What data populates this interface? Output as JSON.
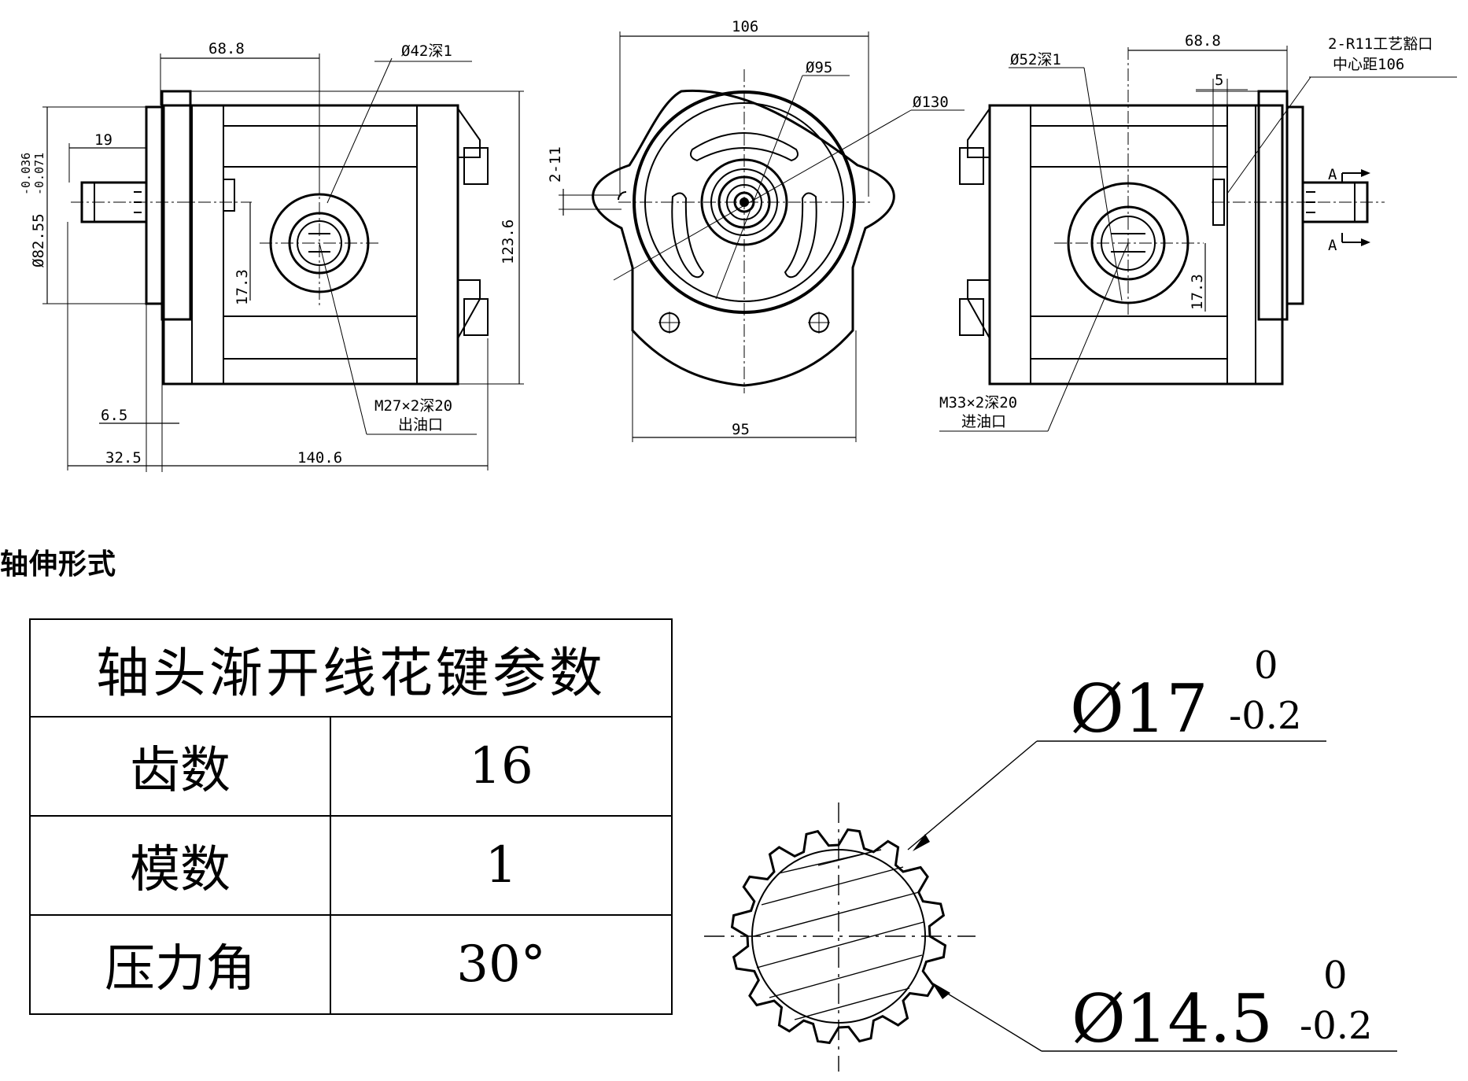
{
  "drawing": {
    "left_view": {
      "dims": {
        "d_width_top": "68.8",
        "port_spotface": "Ø42深1",
        "shaft_len": "19",
        "shaft_tol_upper": "-0.036",
        "shaft_tol_lower": "-0.071",
        "shaft_dia": "Ø82.55",
        "port_height": "17.3",
        "overall_height": "123.6",
        "flange_thk": "6.5",
        "shaft_total": "32.5",
        "body_len": "140.6"
      },
      "outlet_thread": "M27×2深20",
      "outlet_label": "出油口"
    },
    "front_view": {
      "dims": {
        "flange_width": "106",
        "pilot": "Ø95",
        "bolt_circle": "Ø130",
        "slot": "2-11",
        "bottom_width": "95"
      }
    },
    "right_view": {
      "dims": {
        "spotface": "Ø52深1",
        "width_top": "68.8",
        "offset": "5",
        "port_height": "17.3"
      },
      "note_line1": "2-R11工艺豁口",
      "note_line2": "中心距106",
      "section_a": "A",
      "inlet_thread": "M33×2深20",
      "inlet_label": "进油口"
    }
  },
  "section_title": "轴伸形式",
  "spline_table": {
    "title": "轴头渐开线花键参数",
    "rows": [
      {
        "label": "齿数",
        "value": "16"
      },
      {
        "label": "模数",
        "value": "1"
      },
      {
        "label": "压力角",
        "value": "30°"
      }
    ]
  },
  "spline_detail": {
    "outer_dia": "Ø17",
    "outer_tol_upper": "0",
    "outer_tol_lower": "-0.2",
    "root_dia": "Ø14.5",
    "root_tol_upper": "0",
    "root_tol_lower": "-0.2",
    "teeth": 16
  }
}
